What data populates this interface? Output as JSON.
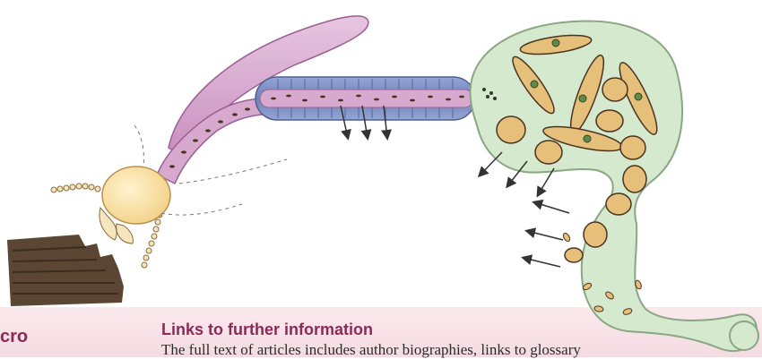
{
  "footer": {
    "fragment_left": "cro",
    "heading": "Links to further information",
    "body": "The full text of articles includes author biographies, links to glossary"
  },
  "colors": {
    "termite_head": "#f7dfa3",
    "gut_pink": "#d7a9cf",
    "gut_pink_dark": "#9c5f95",
    "midgut_blue": "#7f92c4",
    "hindgut_green": "#d5e9cf",
    "hindgut_outline": "#8aa683",
    "protist_body": "#e6bf7b",
    "protist_outline": "#4a3420",
    "wood": "#5a4632",
    "accent_text": "#8a2a55"
  }
}
